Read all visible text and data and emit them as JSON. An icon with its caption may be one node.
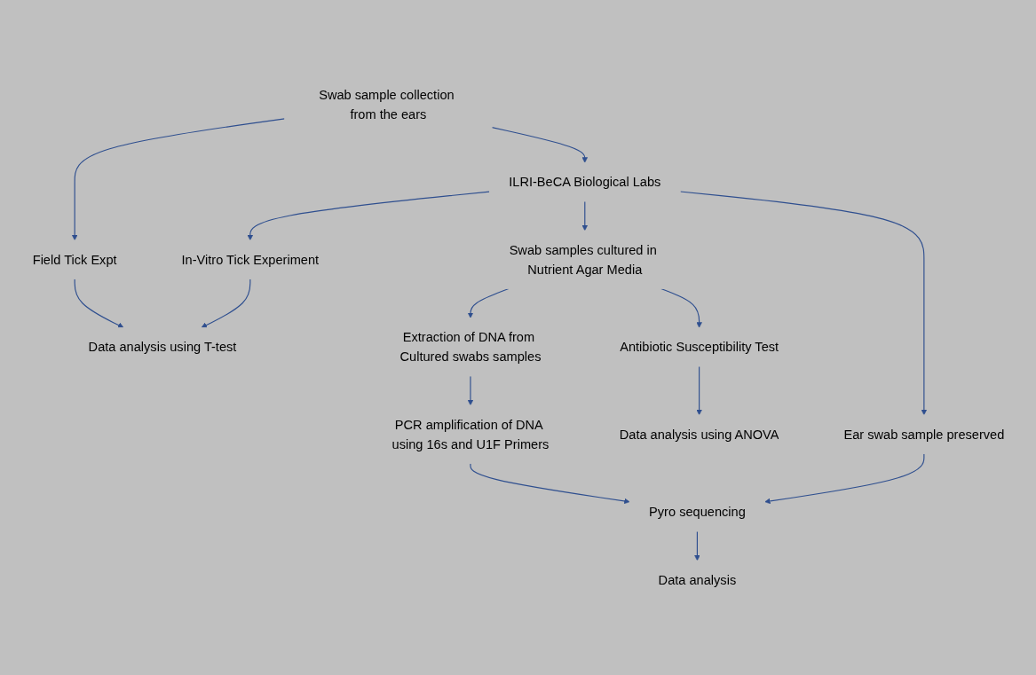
{
  "diagram": {
    "nodes": [
      {
        "text": [
          "Swab sample collection from the ears"
        ]
      },
      {
        "text": [
          "Field Tick Expt"
        ]
      },
      {
        "text": [
          "Data analysis using T-test"
        ]
      },
      {
        "text": [
          "ILRI-BeCA Biological Labs"
        ]
      },
      {
        "text": [
          "In-Vitro Tick Experiment"
        ]
      },
      {
        "text": [
          "Ear swab sample preserved"
        ]
      },
      {
        "text": [
          "Swab samples cultured in Nutrient Agar Media"
        ]
      },
      {
        "text": [
          "Antibiotic Susceptibility Test"
        ]
      },
      {
        "text": [
          "Extraction of DNA from Cultured swabs samples"
        ]
      },
      {
        "text": [
          "Data analysis using ANOVA"
        ]
      },
      {
        "text": [
          "PCR amplification of DNA using 16s and U1F Primers"
        ]
      },
      {
        "text": [
          "Pyro sequencing"
        ]
      },
      {
        "text": [
          "Data analysis"
        ]
      }
    ],
    "edges": [
      {
        "from": 0,
        "to": 1,
        "arrow": "to"
      },
      {
        "from": 1,
        "to": 2,
        "arrow": "to"
      },
      {
        "from": 0,
        "to": 3,
        "arrow": "to"
      },
      {
        "from": 3,
        "to": 4,
        "arrow": "to"
      },
      {
        "from": 4,
        "to": 2,
        "arrow": "to"
      },
      {
        "from": 3,
        "to": 6,
        "arrow": "to"
      },
      {
        "from": 3,
        "to": 5,
        "arrow": "to"
      },
      {
        "from": 6,
        "to": 7,
        "arrow": "to"
      },
      {
        "from": 7,
        "to": 9,
        "arrow": "to"
      },
      {
        "from": 6,
        "to": 8,
        "arrow": "to"
      },
      {
        "from": 8,
        "to": 10,
        "arrow": "to"
      },
      {
        "from": 10,
        "to": 11,
        "arrow": "to"
      },
      {
        "from": 5,
        "to": 11,
        "arrow": "to"
      },
      {
        "from": 11,
        "to": 12,
        "arrow": "to"
      }
    ]
  }
}
